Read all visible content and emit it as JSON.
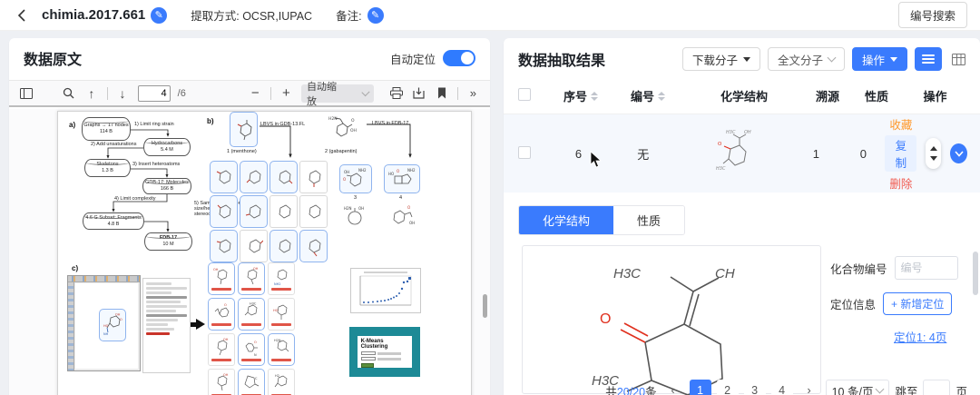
{
  "topbar": {
    "title": "chimia.2017.661",
    "extract_method": "提取方式: OCSR,IUPAC",
    "note_label": "备注:",
    "search_button": "编号搜索"
  },
  "left_panel": {
    "title": "数据原文",
    "auto_locate": "自动定位",
    "toolbar": {
      "page": "4",
      "page_total": "/6",
      "zoom_mode": "自动缩放"
    },
    "figure": {
      "a": {
        "label": "a)",
        "n1a": "Graphs → 17 nodes",
        "n1b": "114 B",
        "s1": "1) Limit ring strain",
        "n2a": "Hydrocarbons",
        "n2b": "5.4 M",
        "s2": "2) Add unsaturations",
        "n3a": "Skeletons",
        "n3b": "1.3 B",
        "s3": "3) Insert heteroatoms",
        "n4a": "GDB-17: Molecules",
        "n4b": "166 B",
        "s4": "4) Limit complexity",
        "s5": "5) Sample evenly for size/heteroatoms/ stereocenters",
        "n5a": "4.6 G Subset: Fragments",
        "n5b": "4.8 B",
        "n6a": "FDB-17",
        "n6b": "10 M"
      },
      "b": {
        "label": "b)",
        "arrow1": "LBVS in GDB-13.FL",
        "cap1": "1 (menthone)",
        "arrow2": "LBVS in FDB-17",
        "cap2": "2 (gabapentin)",
        "cap3": "3",
        "cap4": "4"
      },
      "c": {
        "label": "c)",
        "kmeans": "K-Means Clustering"
      }
    }
  },
  "right_panel": {
    "title": "数据抽取结果",
    "download_btn": "下载分子",
    "fulltext_btn": "全文分子",
    "action_btn": "操作",
    "table": {
      "headers": [
        "序号",
        "编号",
        "化学结构",
        "溯源",
        "性质",
        "操作"
      ],
      "row": {
        "seq": "6",
        "code": "无",
        "trace": "1",
        "prop": "0",
        "fav": "收藏",
        "copy": "复制",
        "del": "删除"
      }
    },
    "tabs": {
      "structure": "化学结构",
      "property": "性质"
    },
    "molecule": {
      "top_left": "H3C",
      "top_right": "CH",
      "oxygen": "O",
      "bottom": "H3C"
    },
    "mini_molecule": {
      "l1": "H3C",
      "l2": "OH",
      "o": "O",
      "l3": "H3C"
    },
    "detail": {
      "compound_label": "化合物编号",
      "compound_placeholder": "编号",
      "location_label": "定位信息",
      "add_location": "+ 新增定位",
      "location_link": "定位1: 4页"
    },
    "pagination": {
      "prefix": "共",
      "count": "20/20",
      "suffix": "条",
      "pages": [
        "1",
        "2",
        "3",
        "4"
      ],
      "per_page": "10 条/页",
      "jump": "跳至",
      "page_unit": "页"
    }
  },
  "colors": {
    "primary": "#3a7bfd",
    "favorite": "#ff9a2e",
    "danger": "#f05a50",
    "teal": "#1d8a96"
  }
}
